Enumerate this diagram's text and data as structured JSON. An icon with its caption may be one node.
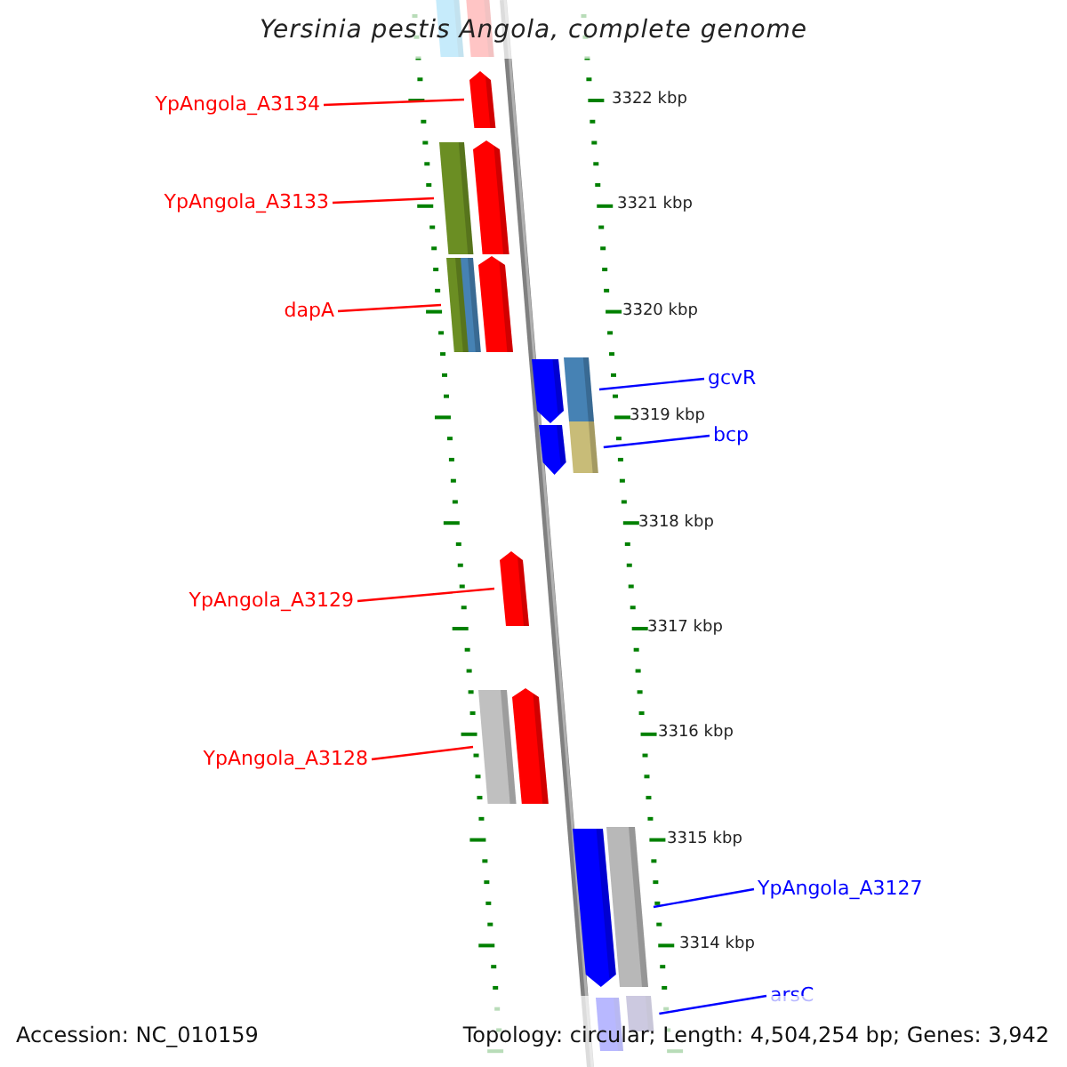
{
  "diagram": {
    "title": "Yersinia pestis Angola, complete genome",
    "nodes": [
      {
        "text": [
          "YpAngola_A3134"
        ]
      },
      {
        "text": [],
        "shape": "pentagon"
      },
      {
        "text": [
          "YpAngola_A3133"
        ]
      },
      {
        "text": [],
        "shape": "bar"
      },
      {
        "text": [
          "dapA"
        ]
      },
      {
        "text": [],
        "shape": "bar"
      },
      {
        "text": [
          "gcvR"
        ]
      },
      {
        "text": [],
        "shape": "bar"
      },
      {
        "text": [
          "bcp"
        ]
      },
      {
        "text": [],
        "shape": "bar"
      },
      {
        "text": [
          "YpAngola_A3129"
        ]
      },
      {
        "text": [],
        "shape": "pentagon"
      },
      {
        "text": [
          "YpAngola_A3128"
        ]
      },
      {
        "text": [],
        "shape": "bar"
      },
      {
        "text": [
          "YpAngola_A3127"
        ]
      },
      {
        "text": [],
        "shape": "bar"
      },
      {
        "text": [
          "arsC"
        ]
      },
      {
        "text": [],
        "shape": "bar"
      }
    ],
    "edges": [
      {
        "from": 0,
        "to": 1,
        "arrow": "none"
      },
      {
        "from": 2,
        "to": 3,
        "arrow": "none"
      },
      {
        "from": 4,
        "to": 5,
        "arrow": "none"
      },
      {
        "from": 6,
        "to": 7,
        "arrow": "none",
        "color": "#0000ff"
      },
      {
        "from": 8,
        "to": 9,
        "arrow": "none",
        "color": "#0000ff"
      },
      {
        "from": 10,
        "to": 11,
        "arrow": "none"
      },
      {
        "from": 12,
        "to": 13,
        "arrow": "none"
      },
      {
        "from": 14,
        "to": 15,
        "arrow": "none",
        "color": "#0000ff"
      },
      {
        "from": 16,
        "to": 17,
        "arrow": "none",
        "color": "#0000ff"
      }
    ],
    "labels": [
      "3322 kbp",
      "3321 kbp",
      "3320 kbp",
      "3319 kbp",
      "3318 kbp",
      "3317 kbp",
      "3316 kbp",
      "3315 kbp",
      "3314 kbp",
      "Accession: NC_010159",
      "Topology: circular; Length: 4,504,254 bp; Genes: 3,942"
    ]
  }
}
